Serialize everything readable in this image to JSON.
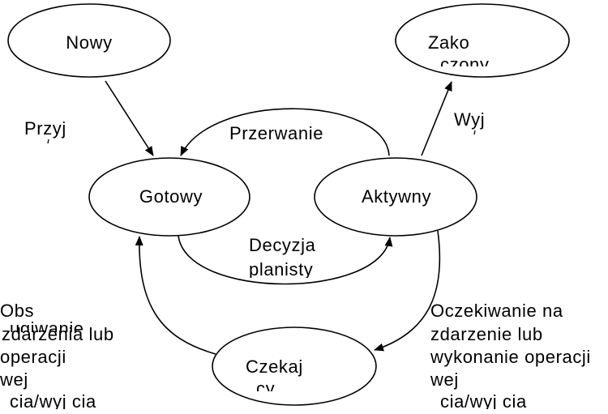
{
  "colors": {
    "line": "#000000",
    "text": "#000000",
    "background": "#ffffff"
  },
  "nodes": {
    "nowy": {
      "label": "Nowy"
    },
    "zakonczony": {
      "line1": "Zako",
      "line2": "czony"
    },
    "gotowy": {
      "label": "Gotowy"
    },
    "aktywny": {
      "label": "Aktywny"
    },
    "czekajacy": {
      "line1": "Czekaj",
      "line2": "cy"
    }
  },
  "edges": {
    "przyjecie": {
      "label": "Przyj"
    },
    "przerwanie": {
      "label": "Przerwanie"
    },
    "decyzja": {
      "line1": "Decyzja",
      "line2": "planisty"
    },
    "wyjscie": {
      "label": "Wyj"
    },
    "oczekiwanie": {
      "lines": [
        "Oczekiwanie na",
        "zdarzenie lub",
        "wykonanie operacji",
        "wej",
        "cia/wyj cia"
      ]
    },
    "obsluzenie": {
      "lines": [
        "Obs",
        "ugiwanie",
        "zdarzenia lub",
        "operacji",
        "wej",
        "cia/wyj cia"
      ]
    }
  }
}
